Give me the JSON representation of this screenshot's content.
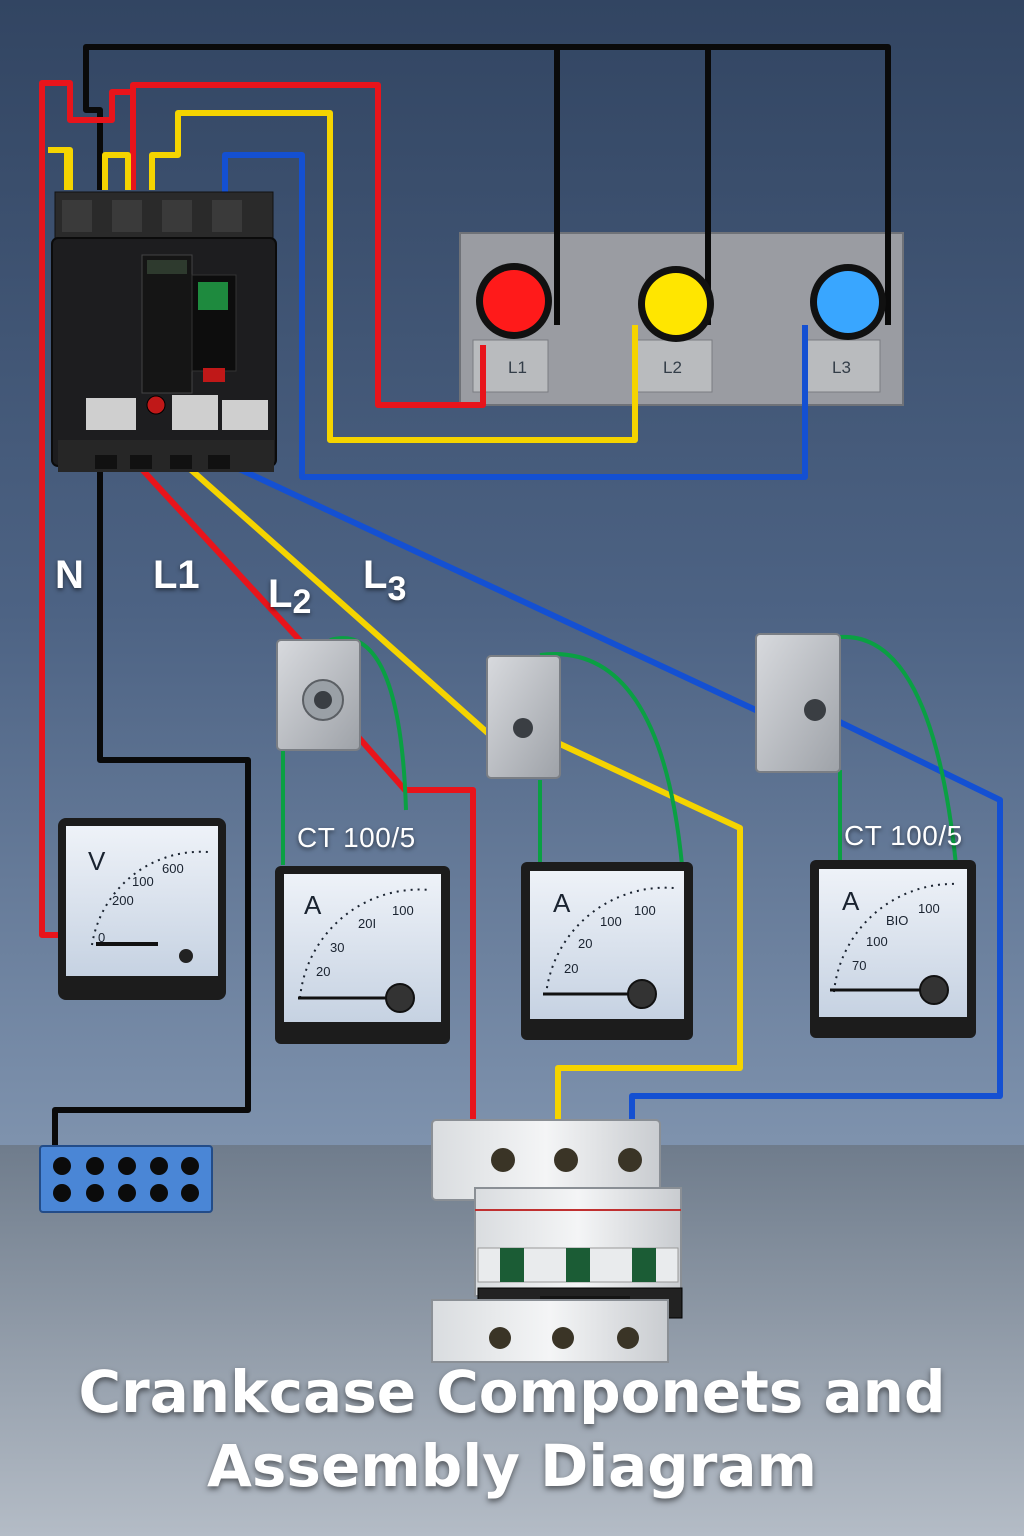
{
  "phase_labels": {
    "neutral": "N",
    "l1": "L1",
    "l2": "L",
    "l2_sub": "2",
    "l3": "L",
    "l3_sub": "3"
  },
  "lamps": [
    {
      "label": "L1",
      "color": "#ff1a1a"
    },
    {
      "label": "L2",
      "color": "#ffe600"
    },
    {
      "label": "L3",
      "color": "#39a6ff"
    }
  ],
  "ct_labels": {
    "left": "CT 100/5",
    "right": "CT 100/5"
  },
  "voltmeter": {
    "letter": "V",
    "scale": [
      "0",
      "200",
      "100",
      "600"
    ]
  },
  "ammeters": [
    {
      "letter": "A",
      "scale": [
        "20",
        "30",
        "20I",
        "100"
      ]
    },
    {
      "letter": "A",
      "scale": [
        "20",
        "20",
        "100",
        "100"
      ]
    },
    {
      "letter": "A",
      "scale": [
        "70",
        "100",
        "BIO",
        "100"
      ]
    }
  ],
  "title": {
    "line1": "Crankcase Componets and",
    "line2": "Assembly Diagram"
  },
  "wire_colors": {
    "neutral": "#0a0a0a",
    "l1": "#e8141b",
    "l2": "#f5d400",
    "l3": "#1450d2",
    "ct_secondary": "#0aa043"
  }
}
